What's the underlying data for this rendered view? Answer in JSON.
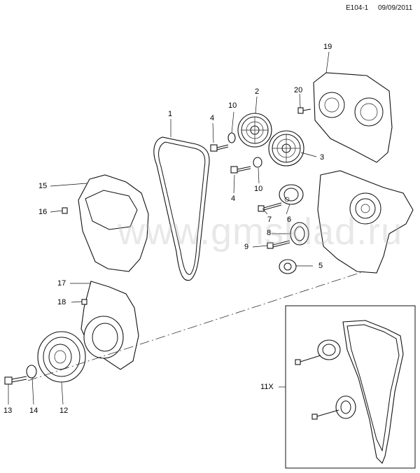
{
  "header": {
    "code": "E104-1",
    "date": "09/09/2011"
  },
  "watermark": "www.gmsklad.ru",
  "labels": {
    "p1": "1",
    "p2": "2",
    "p3": "3",
    "p4a": "4",
    "p4b": "4",
    "p5": "5",
    "p6": "6",
    "p7": "7",
    "p8": "8",
    "p9": "9",
    "p10a": "10",
    "p10b": "10",
    "p11x": "11X",
    "p12": "12",
    "p13": "13",
    "p14": "14",
    "p15": "15",
    "p16": "16",
    "p17": "17",
    "p18": "18",
    "p19": "19",
    "p20": "20"
  }
}
